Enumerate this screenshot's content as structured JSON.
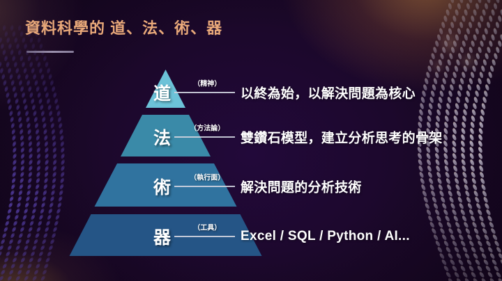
{
  "slide": {
    "title": "資料科學的 道、法、術、器",
    "background_color": "#1b0829",
    "title_color": "#e9a97a",
    "accent_rule_color": "#9b90ad"
  },
  "pyramid": {
    "name": "four-tier-pyramid",
    "tiers": [
      {
        "glyph": "道",
        "sub_label": "（精神）",
        "description": "以終為始，以解決問題為核心",
        "color": "#6cc2d8"
      },
      {
        "glyph": "法",
        "sub_label": "（方法論）",
        "description": "雙鑽石模型，建立分析思考的骨架",
        "color": "#3a8aa8"
      },
      {
        "glyph": "術",
        "sub_label": "（執行面）",
        "description": "解決問題的分析技術",
        "color": "#30739f"
      },
      {
        "glyph": "器",
        "sub_label": "（工具）",
        "description": "Excel / SQL / Python / AI...",
        "color": "#255586"
      }
    ]
  },
  "decorations": {
    "left_dot_curve": "dotted-curve-left",
    "right_dot_curve": "dotted-curve-right",
    "left_dot_color": "#6a4fd8",
    "right_dot_color": "#f2eaf6",
    "top_right_glow": "#d68e4c"
  }
}
